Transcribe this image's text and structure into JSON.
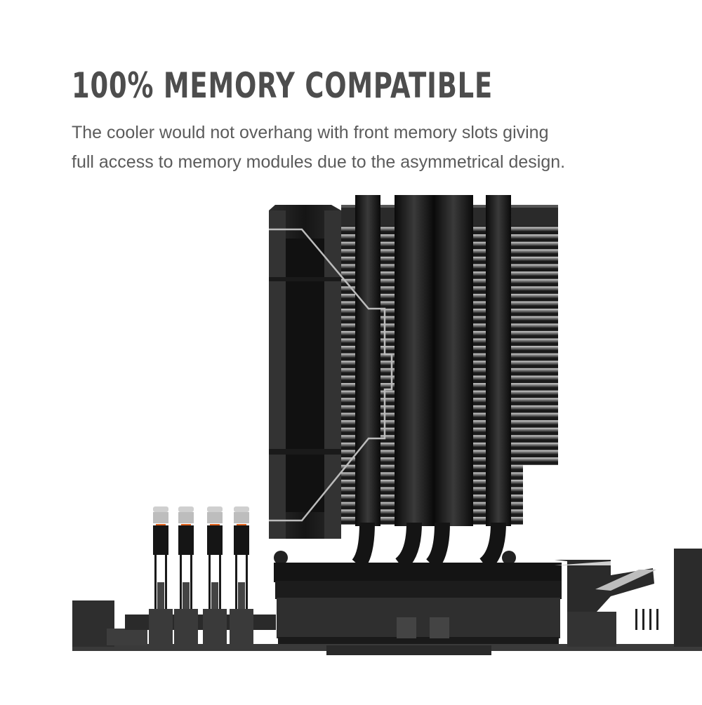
{
  "banner": {
    "headline": "100% MEMORY COMPATIBLE",
    "description_lines": [
      "The cooler would not overhang with front memory slots giving",
      "full access to memory modules due to the asymmetrical design."
    ]
  },
  "product_image": {
    "subject": "cpu-tower-cooler-on-motherboard",
    "components": [
      "fan",
      "heatsink-fins",
      "heatpipes",
      "base-mount",
      "memory-slots",
      "motherboard"
    ],
    "memory_slot_count": 4,
    "heatpipe_count": 5
  },
  "colors": {
    "headline": "#4d4d4d",
    "body_text": "#5b5b5b",
    "background": "#ffffff",
    "cooler_dark": "#1e1e1e",
    "fin_light": "#9a9a9a",
    "slot_accent": "#e0601a"
  }
}
